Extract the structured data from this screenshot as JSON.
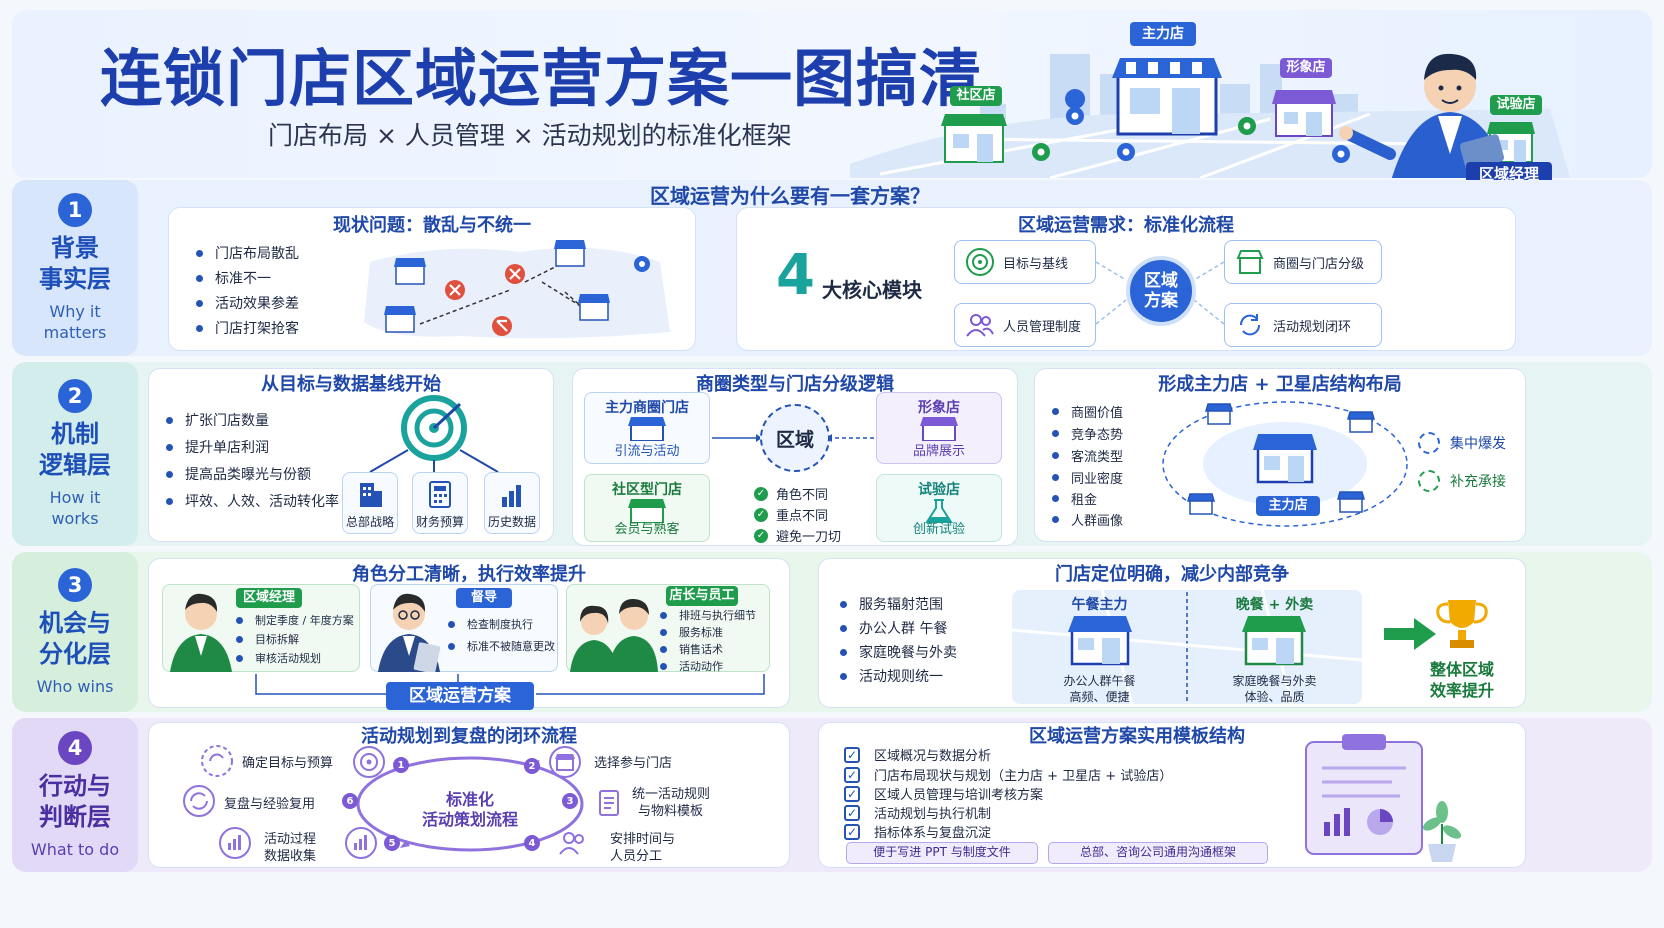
{
  "header": {
    "title": "连锁门店区域运营方案一图搞清",
    "subtitle": "门店布局 × 人员管理 × 活动规划的标准化框架",
    "tags": {
      "main": "主力店",
      "community": "社区店",
      "image": "形象店",
      "trial": "试验店",
      "manager": "区域经理"
    }
  },
  "layers": [
    {
      "num": "1",
      "title1": "背景",
      "title2": "事实层",
      "sub": "Why it matters"
    },
    {
      "num": "2",
      "title1": "机制",
      "title2": "逻辑层",
      "sub": "How it works"
    },
    {
      "num": "3",
      "title1": "机会与",
      "title2": "分化层",
      "sub": "Who wins"
    },
    {
      "num": "4",
      "title1": "行动与",
      "title2": "判断层",
      "sub": "What to do"
    }
  ],
  "row1": {
    "heading": "区域运营为什么要有一套方案？",
    "left": {
      "title": "现状问题：散乱与不统一",
      "items": [
        "门店布局散乱",
        "标准不一",
        "活动效果参差",
        "门店打架抢客"
      ]
    },
    "right": {
      "title": "区域运营需求：标准化流程",
      "big_number": "4",
      "big_label": "大核心模块",
      "center": "区域方案",
      "modules": [
        "目标与基线",
        "人员管理制度",
        "商圈与门店分级",
        "活动规划闭环"
      ]
    }
  },
  "row2": {
    "a": {
      "title": "从目标与数据基线开始",
      "items": [
        "扩张门店数量",
        "提升单店利润",
        "提高品类曝光与份额",
        "坪效、人效、活动转化率"
      ],
      "sources": [
        "总部战略",
        "财务预算",
        "历史数据"
      ]
    },
    "b": {
      "title": "商圈类型与门店分级逻辑",
      "center": "区域",
      "boxes": [
        {
          "head": "主力商圈门店",
          "sub": "引流与活动"
        },
        {
          "head": "形象店",
          "sub": "品牌展示"
        },
        {
          "head": "社区型门店",
          "sub": "会员与熟客"
        },
        {
          "head": "试验店",
          "sub": "创新试验"
        }
      ],
      "checks": [
        "角色不同",
        "重点不同",
        "避免一刀切"
      ]
    },
    "c": {
      "title": "形成主力店 + 卫星店结构布局",
      "items": [
        "商圈价值",
        "竞争态势",
        "客流类型",
        "同业密度",
        "租金",
        "人群画像"
      ],
      "main_label": "主力店",
      "legend": [
        "集中爆发",
        "补充承接"
      ]
    }
  },
  "row3": {
    "a": {
      "title": "角色分工清晰，执行效率提升",
      "roles": [
        {
          "tag": "区域经理",
          "items": [
            "制定季度 / 年度方案",
            "目标拆解",
            "审核活动规划"
          ]
        },
        {
          "tag": "督导",
          "items": [
            "检查制度执行",
            "标准不被随意更改"
          ]
        },
        {
          "tag": "店长与员工",
          "items": [
            "排班与执行细节",
            "服务标准",
            "销售话术",
            "活动动作"
          ]
        }
      ],
      "bottom": "区域运营方案"
    },
    "b": {
      "title": "门店定位明确，减少内部竞争",
      "items": [
        "服务辐射范围",
        "办公人群 午餐",
        "家庭晚餐与外卖",
        "活动规则统一"
      ],
      "lunch": {
        "head": "午餐主力",
        "line1": "办公人群午餐",
        "line2": "高频、便捷"
      },
      "dinner": {
        "head": "晚餐 + 外卖",
        "line1": "家庭晚餐与外卖",
        "line2": "体验、品质"
      },
      "result1": "整体区域",
      "result2": "效率提升"
    }
  },
  "row4": {
    "a": {
      "title": "活动规划到复盘的闭环流程",
      "center1": "标准化",
      "center2": "活动策划流程",
      "steps": [
        {
          "n": "1",
          "l1": "确定目标与预算",
          "l2": ""
        },
        {
          "n": "2",
          "l1": "选择参与门店",
          "l2": ""
        },
        {
          "n": "3",
          "l1": "统一活动规则",
          "l2": "与物料模板"
        },
        {
          "n": "4",
          "l1": "安排时间与",
          "l2": "人员分工"
        },
        {
          "n": "5",
          "l1": "活动过程",
          "l2": "数据收集"
        },
        {
          "n": "6",
          "l1": "复盘与经验复用",
          "l2": ""
        }
      ]
    },
    "b": {
      "title": "区域运营方案实用模板结构",
      "items": [
        "区域概况与数据分析",
        "门店布局现状与规划（主力店 + 卫星店 + 试验店）",
        "区域人员管理与培训考核方案",
        "活动规划与执行机制",
        "指标体系与复盘沉淀"
      ],
      "tags": [
        "便于写进 PPT 与制度文件",
        "总部、咨询公司通用沟通框架"
      ]
    }
  },
  "colors": {
    "primary": "#1d3fae",
    "accent": "#2a64d6",
    "red": "#e0503f",
    "green": "#1f9d4d",
    "gold": "#f2a900"
  }
}
